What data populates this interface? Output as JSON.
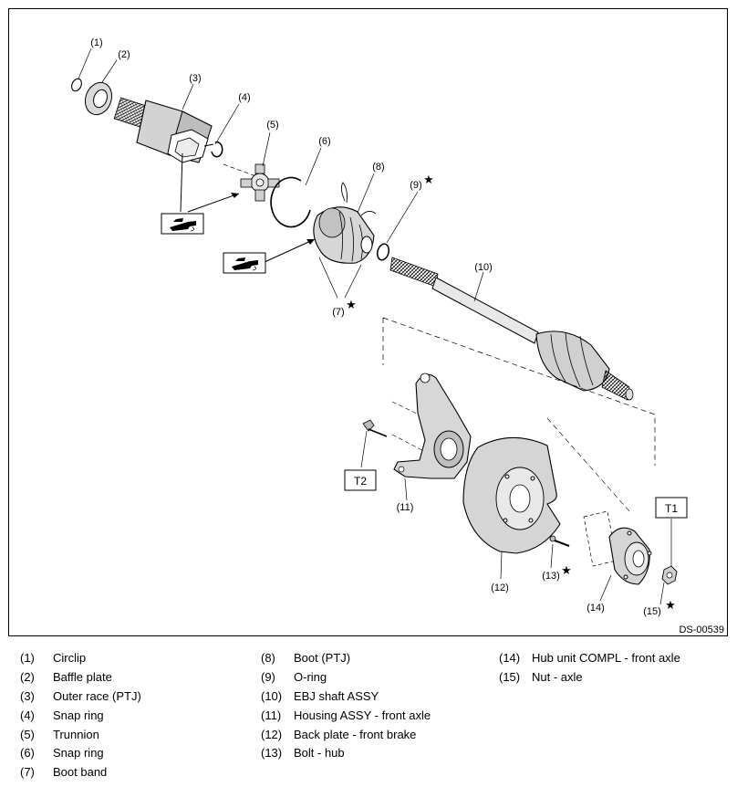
{
  "callouts": {
    "c1": "(1)",
    "c2": "(2)",
    "c3": "(3)",
    "c4": "(4)",
    "c5": "(5)",
    "c6": "(6)",
    "c7": "(7)",
    "c8": "(8)",
    "c9": "(9)",
    "c10": "(10)",
    "c11": "(11)",
    "c12": "(12)",
    "c13": "(13)",
    "c14": "(14)",
    "c15": "(15)",
    "star": "★"
  },
  "torque_labels": {
    "t1": "T1",
    "t2": "T2"
  },
  "icons": [
    "grease-icon",
    "grease-icon"
  ],
  "diagram_code": "DS-00539",
  "legend": [
    {
      "num": "(1)",
      "name": "Circlip"
    },
    {
      "num": "(2)",
      "name": "Baffle plate"
    },
    {
      "num": "(3)",
      "name": "Outer race (PTJ)"
    },
    {
      "num": "(4)",
      "name": "Snap ring"
    },
    {
      "num": "(5)",
      "name": "Trunnion"
    },
    {
      "num": "(6)",
      "name": "Snap ring"
    },
    {
      "num": "(7)",
      "name": "Boot band"
    },
    {
      "num": "(8)",
      "name": "Boot (PTJ)"
    },
    {
      "num": "(9)",
      "name": "O-ring"
    },
    {
      "num": "(10)",
      "name": "EBJ shaft ASSY"
    },
    {
      "num": "(11)",
      "name": "Housing ASSY - front axle"
    },
    {
      "num": "(12)",
      "name": "Back plate - front brake"
    },
    {
      "num": "(13)",
      "name": "Bolt - hub"
    },
    {
      "num": "(14)",
      "name": "Hub unit COMPL - front axle"
    },
    {
      "num": "(15)",
      "name": "Nut - axle"
    }
  ]
}
